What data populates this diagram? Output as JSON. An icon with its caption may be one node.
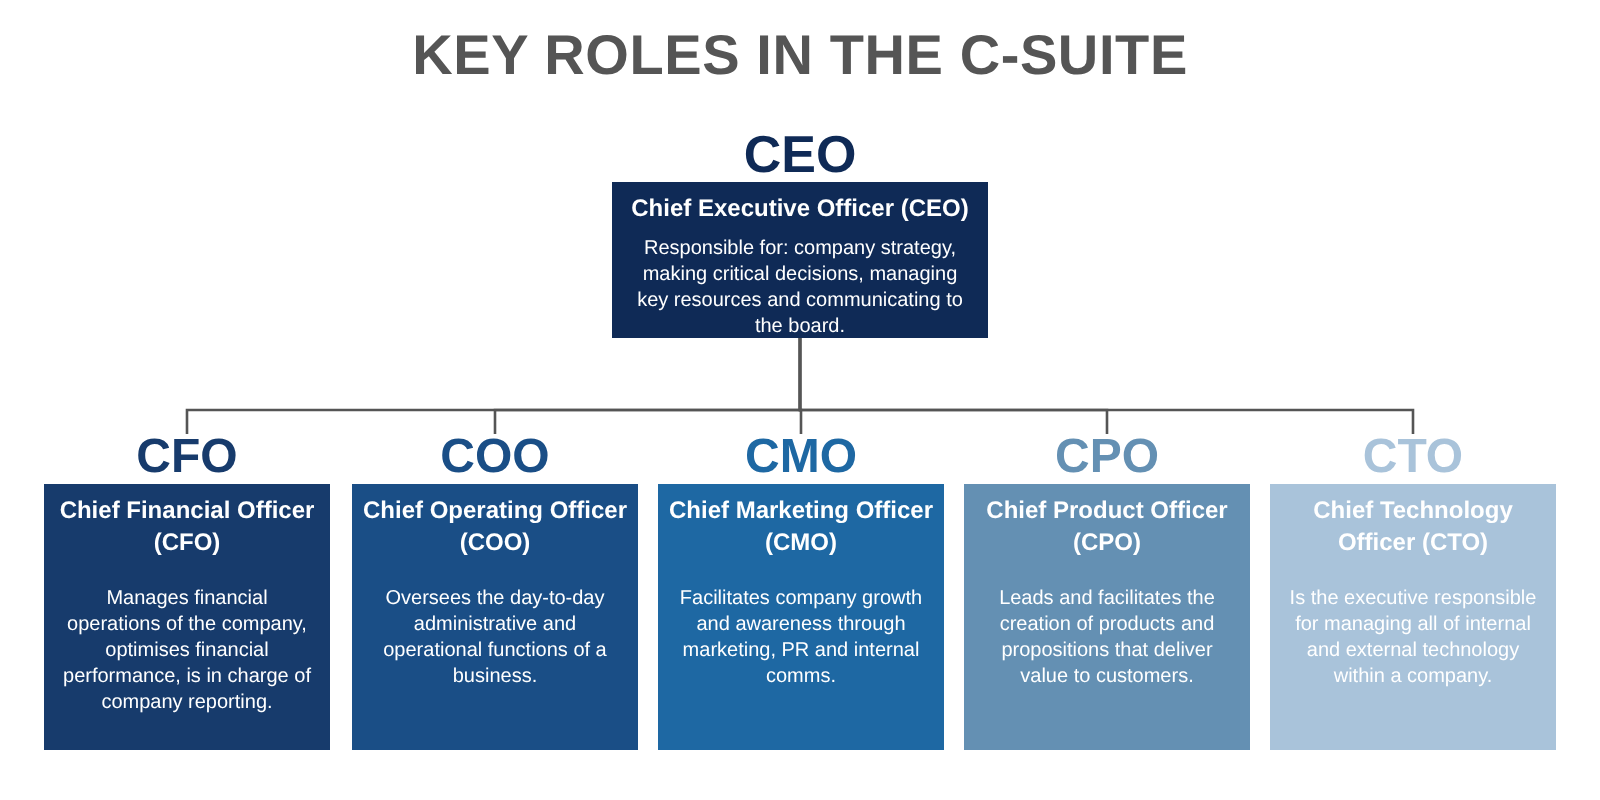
{
  "diagram": {
    "title": "KEY ROLES IN THE C-SUITE",
    "nodes": [
      {
        "text": [
          "CEO",
          "Chief Executive Officer (CEO)",
          "Responsible for: company strategy, making critical decisions, managing key resources and communicating to the board."
        ]
      },
      {
        "text": [
          "CFO",
          "Chief Financial Officer (CFO)",
          "Manages financial operations of the company, optimises financial performance, is in charge of company reporting."
        ]
      },
      {
        "text": [
          "COO",
          "Chief Operating Officer (COO)",
          "Oversees the day-to-day administrative and operational functions of a business."
        ]
      },
      {
        "text": [
          "CMO",
          "Chief Marketing Officer (CMO)",
          "Facilitates company growth and awareness through marketing, PR and internal comms."
        ]
      },
      {
        "text": [
          "CPO",
          "Chief Product Officer (CPO)",
          "Leads and facilitates the creation of products and propositions that deliver value to customers."
        ]
      },
      {
        "text": [
          "CTO",
          "Chief Technology Officer (CTO)",
          "Is the executive responsible for managing all of internal and external technology within a company."
        ]
      }
    ],
    "edges": [
      {
        "from": 0,
        "to": 1,
        "arrow": "none"
      },
      {
        "from": 0,
        "to": 2,
        "arrow": "none"
      },
      {
        "from": 0,
        "to": 3,
        "arrow": "none"
      },
      {
        "from": 0,
        "to": 4,
        "arrow": "none"
      },
      {
        "from": 0,
        "to": 5,
        "arrow": "none"
      }
    ]
  }
}
